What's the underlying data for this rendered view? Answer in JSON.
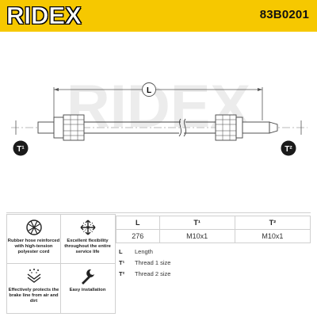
{
  "header": {
    "brand": "RIDEX",
    "part_number": "83B0201",
    "background": "#f6c800"
  },
  "drawing": {
    "dimension_label": "L",
    "left_end_label": "T¹",
    "right_end_label": "T²",
    "watermark": "RIDEX"
  },
  "features": [
    {
      "icon": "mesh-icon",
      "text": "Rubber hose reinforced with high-tension polyester cord"
    },
    {
      "icon": "flex-arrows-icon",
      "text": "Excellent flexibility throughout the entire service life"
    },
    {
      "icon": "shield-dots-icon",
      "text": "Effectively protects the brake line from air and dirt"
    },
    {
      "icon": "wrench-icon",
      "text": "Easy installation"
    }
  ],
  "table": {
    "headers": [
      "L",
      "T¹",
      "T²"
    ],
    "values": [
      "276",
      "M10x1",
      "M10x1"
    ]
  },
  "legend": [
    {
      "key": "L",
      "value": "Length"
    },
    {
      "key": "T¹",
      "value": "Thread 1 size"
    },
    {
      "key": "T²",
      "value": "Thread 2 size"
    }
  ]
}
